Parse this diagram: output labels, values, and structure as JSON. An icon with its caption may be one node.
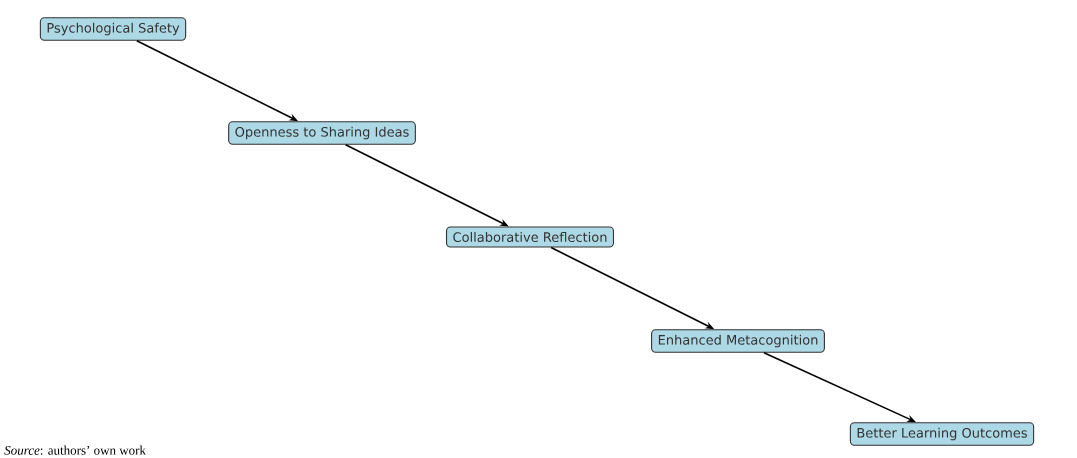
{
  "diagram": {
    "caption": "*Source*: authors’ own work",
    "nodes": [
      {
        "text": [
          "Psychological Safety"
        ]
      },
      {
        "text": [
          "Openness to Sharing Ideas"
        ]
      },
      {
        "text": [
          "Collaborative Reflection"
        ]
      },
      {
        "text": [
          "Enhanced Metacognition"
        ]
      },
      {
        "text": [
          "Better Learning Outcomes"
        ]
      }
    ],
    "edges": [
      {
        "from": 0,
        "to": 1,
        "arrow": "to"
      },
      {
        "from": 1,
        "to": 2,
        "arrow": "to"
      },
      {
        "from": 2,
        "to": 3,
        "arrow": "to"
      },
      {
        "from": 3,
        "to": 4,
        "arrow": "to"
      }
    ]
  }
}
